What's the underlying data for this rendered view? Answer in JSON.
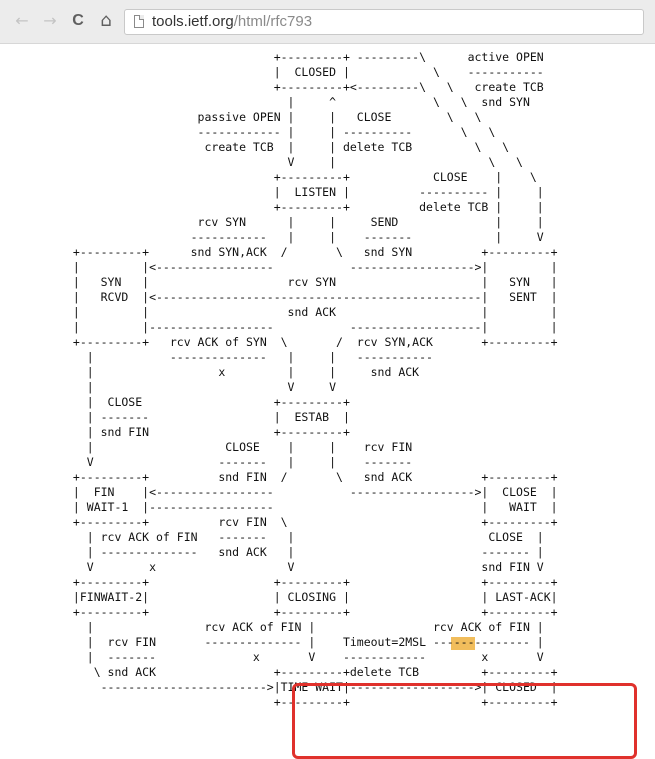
{
  "browser": {
    "back_icon": "←",
    "forward_icon": "→",
    "reload_icon": "C",
    "home_icon": "⌂",
    "url_host": "tools.ietf.org",
    "url_path": "/html/rfc793"
  },
  "colors": {
    "highlight_box": "#e0312c",
    "msl_highlight": "#f0b64a"
  },
  "diagram": {
    "text": "                              +---------+ ---------\\      active OPEN\n                              |  CLOSED |            \\    -----------\n                              +---------+<---------\\   \\   create TCB\n                                |     ^              \\   \\  snd SYN\n                   passive OPEN |     |   CLOSE        \\   \\\n                   ------------ |     | ----------       \\   \\\n                    create TCB  |     | delete TCB         \\   \\\n                                V     |                      \\   \\\n                              +---------+            CLOSE    |    \\\n                              |  LISTEN |          ---------- |     |\n                              +---------+          delete TCB |     |\n                   rcv SYN      |     |     SEND              |     |\n                  -----------   |     |    -------            |     V\n +---------+      snd SYN,ACK  /       \\   snd SYN          +---------+\n |         |<-----------------           ------------------>|         |\n |   SYN   |                    rcv SYN                     |   SYN   |\n |   RCVD  |<-----------------------------------------------|   SENT  |\n |         |                    snd ACK                     |         |\n |         |------------------           -------------------|         |\n +---------+   rcv ACK of SYN  \\       /  rcv SYN,ACK       +---------+\n   |           --------------   |     |   -----------\n   |                  x         |     |     snd ACK\n   |                            V     V\n   |  CLOSE                   +---------+\n   | -------                  |  ESTAB  |\n   | snd FIN                  +---------+\n   |                   CLOSE    |     |    rcv FIN\n   V                  -------   |     |    -------\n +---------+          snd FIN  /       \\   snd ACK          +---------+\n |  FIN    |<-----------------           ------------------>|  CLOSE  |\n | WAIT-1  |------------------                              |   WAIT  |\n +---------+          rcv FIN  \\                            +---------+\n   | rcv ACK of FIN   -------   |                            CLOSE  |\n   | --------------   snd ACK   |                           ------- |\n   V        x                   V                           snd FIN V\n +---------+                  +---------+                   +---------+\n |FINWAIT-2|                  | CLOSING |                   | LAST-ACK|\n +---------+                  +---------+                   +---------+\n   |                rcv ACK of FIN |                 rcv ACK of FIN |\n   |  rcv FIN       -------------- |    Timeout=2MSL -------------- |\n   |  -------              x       V    ------------        x       V\n    \\ snd ACK                 +---------+delete TCB         +---------+\n     ------------------------>|TIME WAIT|------------------>| CLOSED  |\n                              +---------+                   +---------+"
  }
}
